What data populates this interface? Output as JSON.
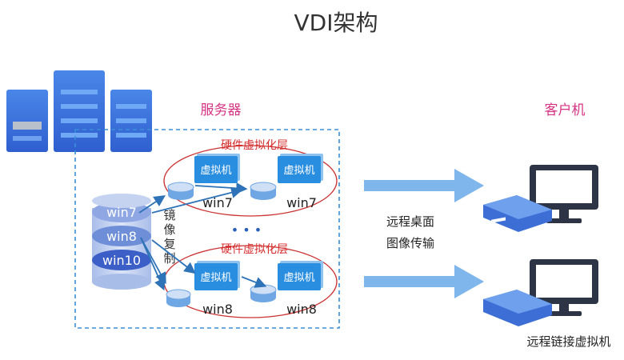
{
  "title": "VDI架构",
  "server_label": "服务器",
  "client_label": "客户机",
  "hw_layer_label": "硬件虚拟化层",
  "vm_label": "虚拟机",
  "disks": [
    "win7",
    "win8",
    "win10"
  ],
  "mirror_label": [
    "镜",
    "像",
    "复",
    "制"
  ],
  "ellipsis": "• • •",
  "top_group": {
    "vm_names": [
      "win7",
      "win7"
    ]
  },
  "bottom_group": {
    "vm_names": [
      "win8",
      "win8"
    ]
  },
  "transfer_label": [
    "远程桌面",
    "图像传输"
  ],
  "client_caption": "远程链接虚拟机",
  "colors": {
    "title": "#333333",
    "pink": "#d63384",
    "red_text": "#d62c2c",
    "ellipse": "#cc3333",
    "dash": "#3a8fd8",
    "arrow": "#7fb6ec",
    "db_dark": "#3b5fc7",
    "db_light": "#c5d3f0",
    "vm_blue": "#2a8ee0",
    "monitor": "#2d3446",
    "server_blue": "#3d6ed6"
  }
}
